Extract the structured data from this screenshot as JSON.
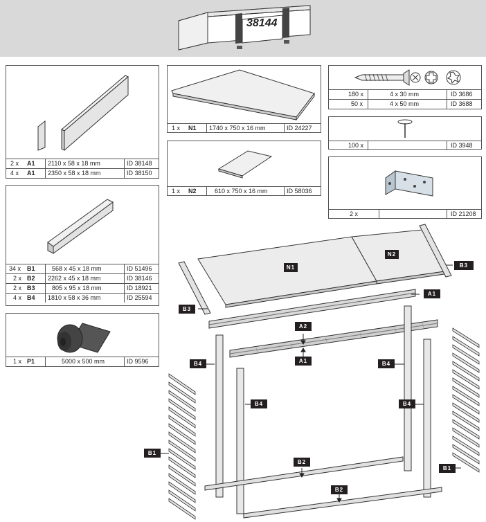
{
  "product_id": "38144",
  "parts": {
    "a": [
      {
        "qty": "2 x",
        "code": "A1",
        "dims": "2110 x    58 x   18 mm",
        "id": "ID 38148"
      },
      {
        "qty": "4 x",
        "code": "A1",
        "dims": "2350 x    58 x   18 mm",
        "id": "ID 38150"
      }
    ],
    "n1": {
      "qty": "1 x",
      "code": "N1",
      "dims": "1740 x  750 x   16 mm",
      "id": "ID 24227"
    },
    "n2": {
      "qty": "1 x",
      "code": "N2",
      "dims": "610 x  750 x   16 mm",
      "id": "ID 58036"
    },
    "b": [
      {
        "qty": "34 x",
        "code": "B1",
        "dims": "568 x    45 x   18 mm",
        "id": "ID 51496"
      },
      {
        "qty": "2 x",
        "code": "B2",
        "dims": "2262 x    45 x   18 mm",
        "id": "ID 38146"
      },
      {
        "qty": "2 x",
        "code": "B3",
        "dims": "805 x    95 x   18 mm",
        "id": "ID 18921"
      },
      {
        "qty": "4 x",
        "code": "B4",
        "dims": "1810 x    58 x   36 mm",
        "id": "ID 25594"
      }
    ],
    "p1": {
      "qty": "1 x",
      "code": "P1",
      "dims": "5000 x 500 mm",
      "id": "ID 9596"
    }
  },
  "hardware": {
    "screws": [
      {
        "qty": "180 x",
        "dims": "4 x  30 mm",
        "id": "ID 3686"
      },
      {
        "qty": "50 x",
        "dims": "4 x  50 mm",
        "id": "ID 3688"
      }
    ],
    "nail": {
      "qty": "100 x",
      "id": "ID 3948"
    },
    "bracket": {
      "qty": "2 x",
      "id": "ID 21208"
    }
  },
  "labels": {
    "n1": "N1",
    "n2": "N2",
    "a1": "A1",
    "a2": "A2",
    "b1": "B1",
    "b2": "B2",
    "b3": "B3",
    "b4": "B4"
  },
  "colors": {
    "banner": "#d9d9d9",
    "tag": "#231f20",
    "wood": "#e3e3e3",
    "wood_dark": "#b5b5b5"
  }
}
